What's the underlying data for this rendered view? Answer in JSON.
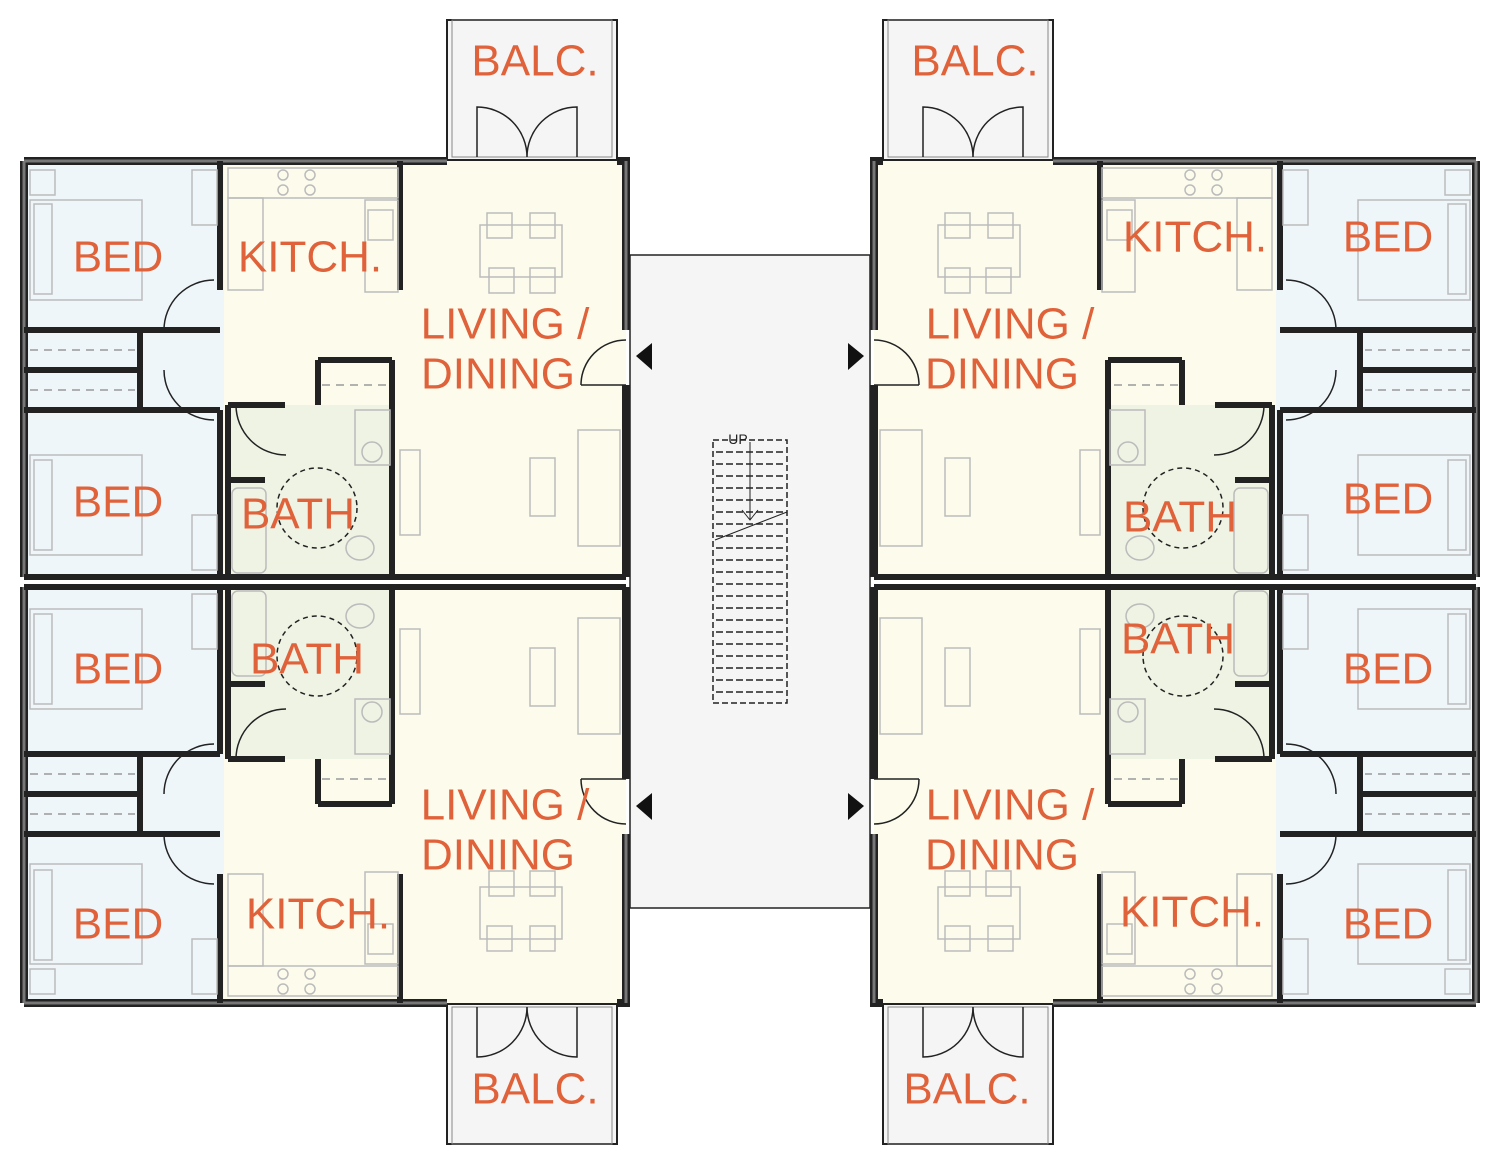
{
  "colors": {
    "label": "#e0623a",
    "bedroom": "#eef6fa",
    "living": "#fdfcec",
    "bath": "#eef3e4",
    "corridor": "#f5f5f5",
    "wall": "#555555"
  },
  "stair": {
    "label": "UP"
  },
  "units": {
    "top_left": {
      "balcony": "BALC.",
      "bed1": "BED",
      "kitchen": "KITCH.",
      "living1": "LIVING /",
      "living2": "DINING",
      "bed2": "BED",
      "bath": "BATH"
    },
    "bottom_left": {
      "balcony": "BALC.",
      "bed1": "BED",
      "kitchen": "KITCH.",
      "living1": "LIVING /",
      "living2": "DINING",
      "bed2": "BED",
      "bath": "BATH"
    },
    "top_right": {
      "balcony": "BALC.",
      "bed1": "BED",
      "kitchen": "KITCH.",
      "living1": "LIVING /",
      "living2": "DINING",
      "bed2": "BED",
      "bath": "BATH"
    },
    "bottom_right": {
      "balcony": "BALC.",
      "bed1": "BED",
      "kitchen": "KITCH.",
      "living1": "LIVING /",
      "living2": "DINING",
      "bed2": "BED",
      "bath": "BATH"
    }
  }
}
